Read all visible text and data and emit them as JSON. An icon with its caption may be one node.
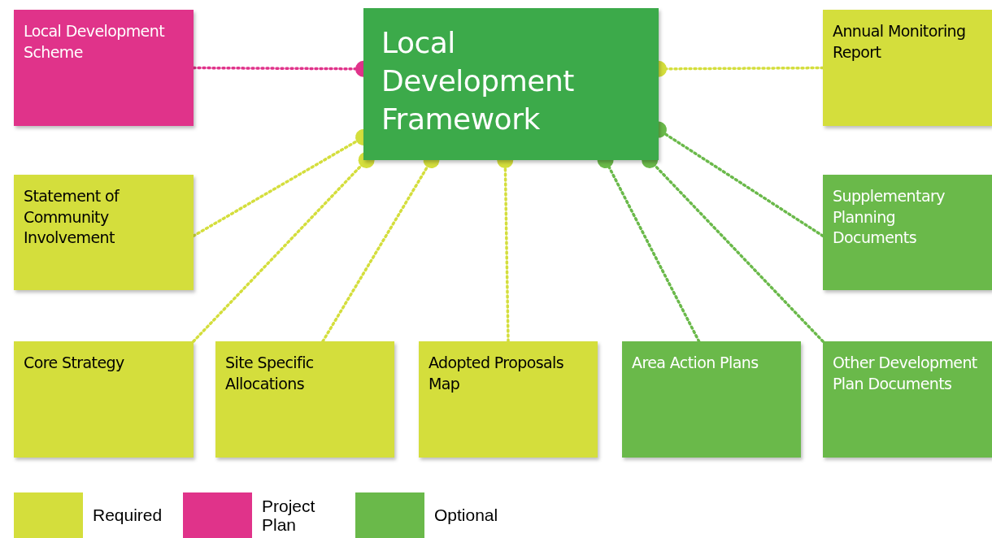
{
  "diagram": {
    "nodes": [
      {
        "text": [
          "Local Development Framework"
        ]
      },
      {
        "text": [
          "Local Development Scheme"
        ]
      },
      {
        "text": [
          "Annual Monitoring Report"
        ]
      },
      {
        "text": [
          "Statement of Community Involvement"
        ]
      },
      {
        "text": [
          "Supplementary Planning Documents"
        ]
      },
      {
        "text": [
          "Core Strategy"
        ]
      },
      {
        "text": [
          "Site Specific Allocations"
        ]
      },
      {
        "text": [
          "Adopted Proposals Map"
        ]
      },
      {
        "text": [
          "Area Action Plans"
        ]
      },
      {
        "text": [
          "Other Development Plan Documents"
        ]
      }
    ],
    "edges": [
      {
        "from": 1,
        "to": 0,
        "arrow": "other",
        "color": "#e0338a"
      },
      {
        "from": 2,
        "to": 0,
        "arrow": "other"
      },
      {
        "from": 3,
        "to": 0,
        "arrow": "other"
      },
      {
        "from": 4,
        "to": 0,
        "arrow": "other",
        "color": "#6ab94a"
      },
      {
        "from": 5,
        "to": 0,
        "arrow": "other"
      },
      {
        "from": 6,
        "to": 0,
        "arrow": "other"
      },
      {
        "from": 7,
        "to": 0,
        "arrow": "other"
      },
      {
        "from": 8,
        "to": 0,
        "arrow": "other",
        "color": "#6ab94a"
      },
      {
        "from": 9,
        "to": 0,
        "arrow": "other",
        "color": "#6ab94a"
      }
    ],
    "legend": [
      {
        "text": "Required",
        "color": "#d4de3c"
      },
      {
        "text": "Project Plan",
        "color": "#e0338a"
      },
      {
        "text": "Optional",
        "color": "#6ab94a"
      }
    ]
  }
}
